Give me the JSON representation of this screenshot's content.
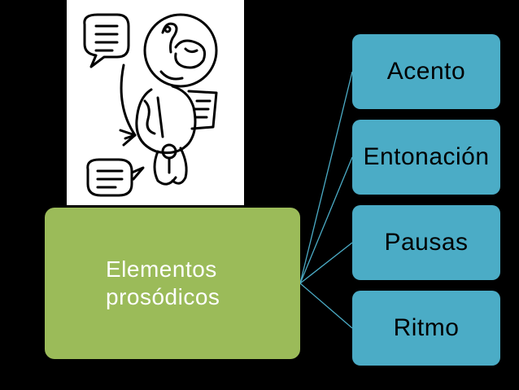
{
  "diagram": {
    "root": {
      "label": "Elementos\nprosódicos",
      "color": "#9bbb59"
    },
    "children": [
      {
        "label": "Acento"
      },
      {
        "label": "Entonación"
      },
      {
        "label": "Pausas"
      },
      {
        "label": "Ritmo"
      }
    ],
    "child_color": "#4bacc6",
    "connector_color": "#4bacc6",
    "background": "#000000"
  },
  "illustration": {
    "icon": "person-speaking-icon"
  }
}
